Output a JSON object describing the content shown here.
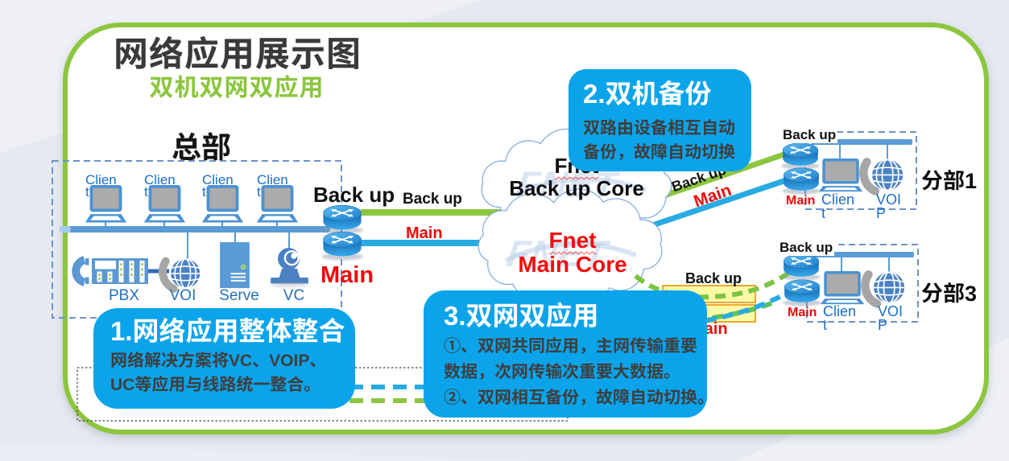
{
  "page": {
    "title": "网络应用展示图",
    "subtitle": "双机双网双应用"
  },
  "headquarters": {
    "label": "总部",
    "clients": [
      {
        "label": [
          "Clien",
          "t"
        ]
      },
      {
        "label": [
          "Clien",
          "t"
        ]
      },
      {
        "label": [
          "Clien",
          "t"
        ]
      },
      {
        "label": [
          "Clien",
          "t"
        ]
      }
    ],
    "devices": {
      "pbx": "PBX",
      "voip": "VOI",
      "server": "Serve",
      "vc": "VC"
    },
    "router_top_label": "Back up",
    "router_bottom_label": "Main"
  },
  "links": {
    "hq_backup": "Back up",
    "hq_main": "Main",
    "branch1_backup": "Back up",
    "branch1_main": "Main",
    "branch3_backup": "Back up",
    "branch3_main": "Main"
  },
  "clouds": {
    "backup": {
      "line1": "Fnet",
      "line2": "Back up Core"
    },
    "main": {
      "line1": "Fnet",
      "line2": "Main Core"
    },
    "watermark": "FNET"
  },
  "branch1": {
    "name": "分部1",
    "backup_label": "Back up",
    "main_label": "Main",
    "client_label": [
      "Clien",
      "t"
    ],
    "voip_label": [
      "VOI",
      "P"
    ]
  },
  "branch3": {
    "name": "分部3",
    "backup_label": "Back up",
    "main_label": "Main",
    "client_label": [
      "Clien",
      "t"
    ],
    "voip_label": [
      "VOI",
      "P"
    ]
  },
  "callouts": [
    {
      "title": "1.网络应用整体整合",
      "body": [
        "网络解决方案将VC、VOIP、",
        "UC等应用与线路统一整合。"
      ]
    },
    {
      "title": "2.双机备份",
      "body": [
        "双路由设备相互自动",
        "备份，故障自动切换"
      ]
    },
    {
      "title": "3.双网双应用",
      "body": [
        "①、双网共同应用，主网传输重要",
        "数据，次网传输次重要大数据。",
        "②、双网相互备份，故障自动切换。"
      ]
    }
  ],
  "colors": {
    "panel_border": "#8cc63f",
    "callout_blue": "#0ba4ea",
    "line_green": "#8cc63f",
    "line_blue": "#29abe2",
    "bus_blue": "#5b9bd5",
    "label_red": "#ee0a0a",
    "label_blue": "#1c6fc4",
    "yellow_box": "#fbfba5"
  }
}
